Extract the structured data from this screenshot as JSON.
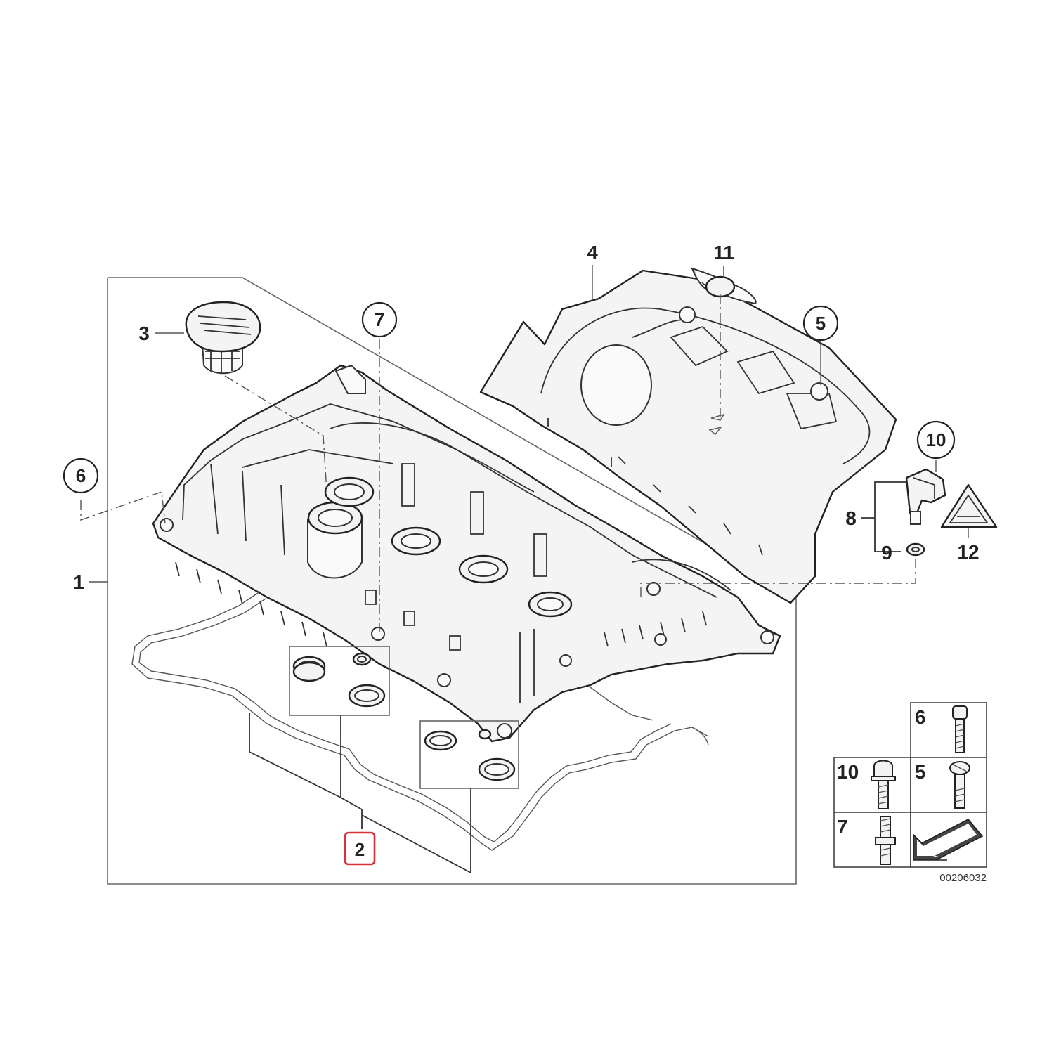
{
  "callouts": {
    "c1": "1",
    "c2": "2",
    "c3": "3",
    "c4": "4",
    "c5": "5",
    "c6": "6",
    "c7": "7",
    "c8": "8",
    "c9": "9",
    "c10": "10",
    "c11": "11",
    "c12": "12"
  },
  "legend": {
    "cell_6": "6",
    "cell_10": "10",
    "cell_5": "5",
    "cell_7": "7"
  },
  "figure_id": "00206032",
  "selected_colour": "#d9303a"
}
